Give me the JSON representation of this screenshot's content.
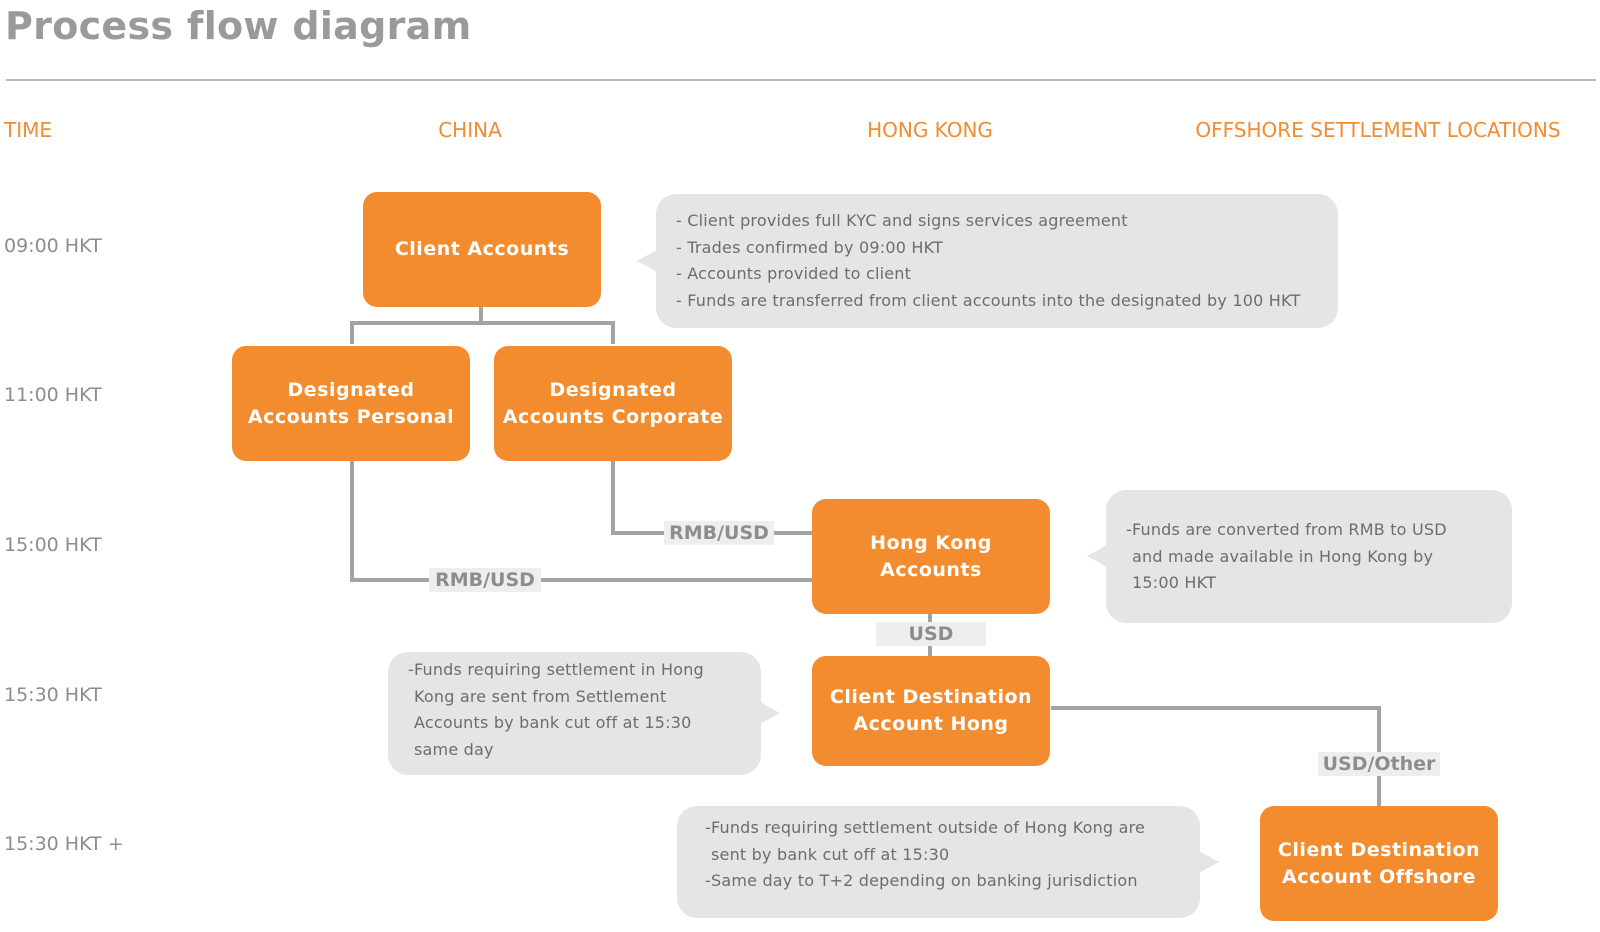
{
  "title": "Process flow diagram",
  "columns": {
    "time": "TIME",
    "china": "CHINA",
    "hong_kong": "HONG KONG",
    "offshore": "OFFSHORE SETTLEMENT LOCATIONS"
  },
  "times": [
    "09:00 HKT",
    "11:00 HKT",
    "15:00 HKT",
    "15:30 HKT",
    "15:30 HKT +"
  ],
  "nodes": {
    "client_accounts": [
      "Client Accounts"
    ],
    "designated_personal": [
      "Designated",
      "Accounts Personal"
    ],
    "designated_corporate": [
      "Designated",
      "Accounts Corporate"
    ],
    "hong_kong_accounts": [
      "Hong Kong",
      "Accounts"
    ],
    "client_dest_hong": [
      "Client Destination",
      "Account Hong"
    ],
    "client_dest_offshore": [
      "Client Destination",
      "Account Offshore"
    ]
  },
  "connector_labels": {
    "corporate_to_hk": "RMB/USD",
    "personal_to_hk": "RMB/USD",
    "hk_to_dest": "USD",
    "dest_to_offshore": "USD/Other"
  },
  "notes": {
    "kyc": [
      "- Client provides full KYC and signs services agreement",
      "- Trades confirmed by 09:00 HKT",
      "- Accounts provided to client",
      "- Funds are transferred from client accounts into the designated by 100 HKT"
    ],
    "conversion": [
      "-Funds are converted from RMB to USD",
      "and made available in Hong Kong by",
      "15:00 HKT"
    ],
    "hk_settlement": [
      "-Funds requiring settlement in Hong",
      "Kong are sent from Settlement",
      "Accounts by bank cut off at 15:30",
      "same day"
    ],
    "offshore_settlement": [
      "-Funds requiring settlement outside of Hong Kong are",
      "sent by bank cut off at 15:30",
      "-Same day to T+2 depending on banking jurisdiction"
    ]
  },
  "colors": {
    "accent": "#f28c2f",
    "connector": "#a3a3a3",
    "note_bg": "#e5e5e6",
    "muted_text": "#8d8d8d"
  }
}
